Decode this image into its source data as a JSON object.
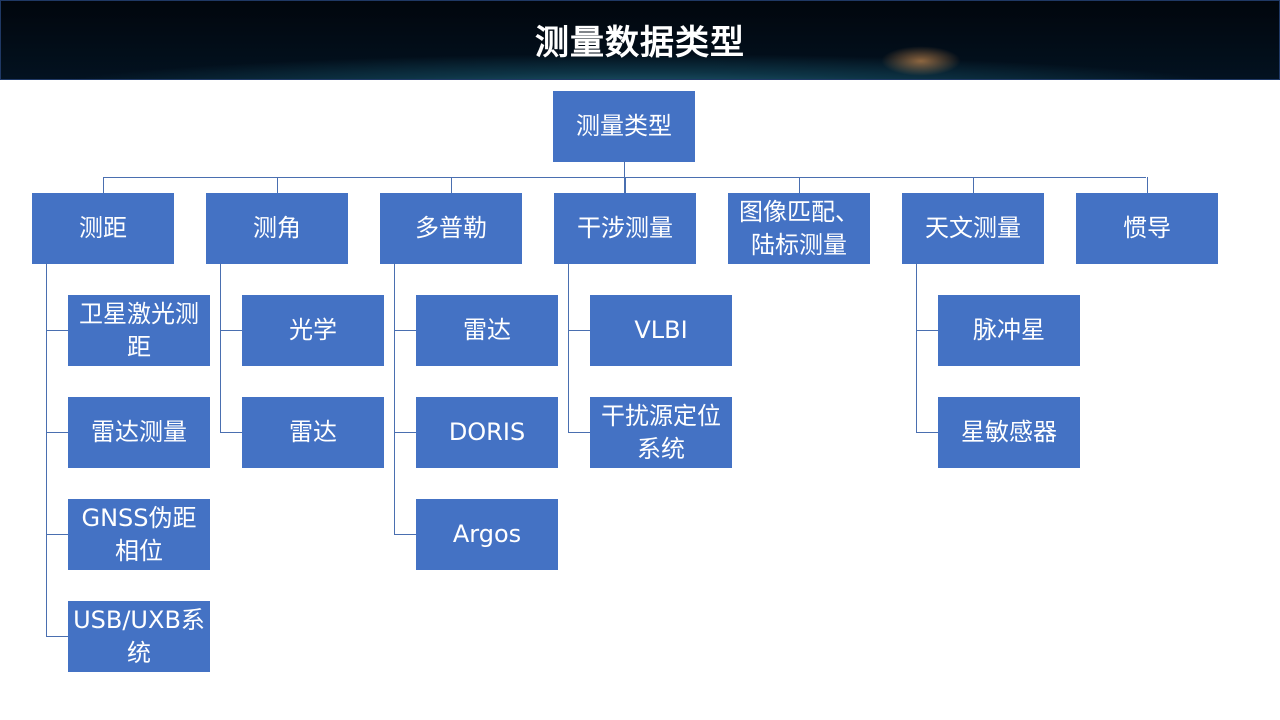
{
  "title": "测量数据类型",
  "root": "测量类型",
  "colors": {
    "box": "#4472c4",
    "line": "#4a6fb0"
  },
  "groups": [
    {
      "label": "测距",
      "children": [
        "卫星激光测距",
        "雷达测量",
        "GNSS伪距相位",
        "USB/UXB系统"
      ]
    },
    {
      "label": "测角",
      "children": [
        "光学",
        "雷达"
      ]
    },
    {
      "label": "多普勒",
      "children": [
        "雷达",
        "DORIS",
        "Argos"
      ]
    },
    {
      "label": "干涉测量",
      "children": [
        "VLBI",
        "干扰源定位系统"
      ]
    },
    {
      "label": "图像匹配、陆标测量",
      "children": []
    },
    {
      "label": "天文测量",
      "children": [
        "脉冲星",
        "星敏感器"
      ]
    },
    {
      "label": "惯导",
      "children": []
    }
  ]
}
